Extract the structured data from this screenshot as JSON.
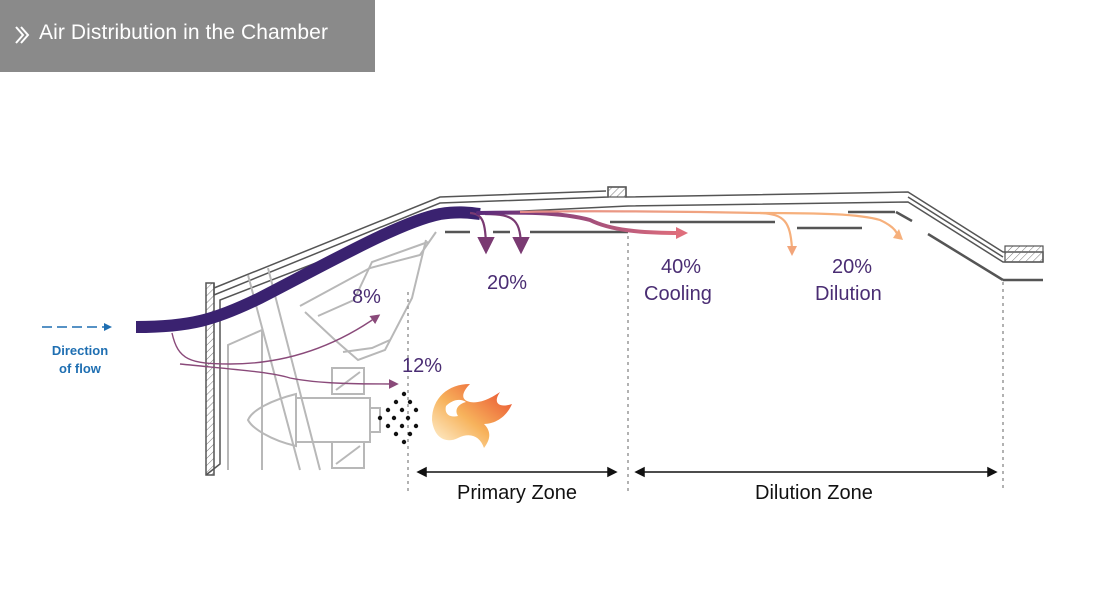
{
  "header": {
    "title": "Air Distribution in the Chamber",
    "icon": "double-chevron-right-icon"
  },
  "direction": {
    "line1": "Direction",
    "line2": "of flow"
  },
  "flows": {
    "swirl": "8%",
    "primary": "12%",
    "secondary": "20%",
    "cooling_pct": "40%",
    "cooling_label": "Cooling",
    "dilution_pct": "20%",
    "dilution_label": "Dilution"
  },
  "zones": {
    "primary": "Primary Zone",
    "dilution": "Dilution Zone"
  },
  "colors": {
    "header_bg": "#8a8a8a",
    "flow_main": "#3a2270",
    "flow_mid": "#8a3a6a",
    "flow_cool": "#d9667a",
    "flow_dilution": "#f2a57a",
    "label_text": "#4a2d73",
    "direction": "#1f6fb2"
  }
}
